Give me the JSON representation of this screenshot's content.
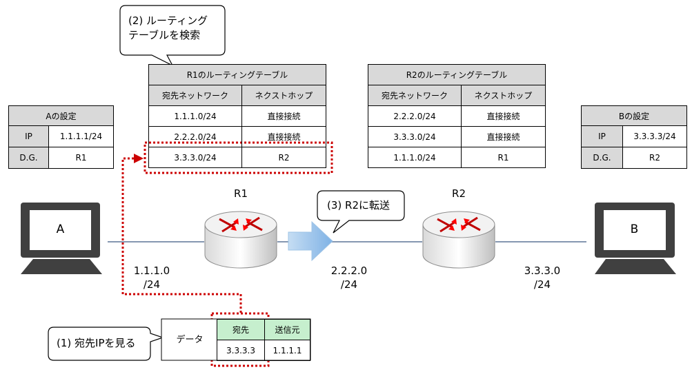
{
  "a_settings": {
    "title": "Aの設定",
    "rows": [
      {
        "key": "IP",
        "value": "1.1.1.1/24"
      },
      {
        "key": "D.G.",
        "value": "R1"
      }
    ]
  },
  "b_settings": {
    "title": "Bの設定",
    "rows": [
      {
        "key": "IP",
        "value": "3.3.3.3/24"
      },
      {
        "key": "D.G.",
        "value": "R2"
      }
    ]
  },
  "r1_table": {
    "title": "R1のルーティングテーブル",
    "col1": "宛先ネットワーク",
    "col2": "ネクストホップ",
    "rows": [
      {
        "dest": "1.1.1.0/24",
        "next": "直接接続"
      },
      {
        "dest": "2.2.2.0/24",
        "next": "直接接続"
      },
      {
        "dest": "3.3.3.0/24",
        "next": "R2"
      }
    ]
  },
  "r2_table": {
    "title": "R2のルーティングテーブル",
    "col1": "宛先ネットワーク",
    "col2": "ネクストホップ",
    "rows": [
      {
        "dest": "2.2.2.0/24",
        "next": "直接接続"
      },
      {
        "dest": "3.3.3.0/24",
        "next": "直接接続"
      },
      {
        "dest": "1.1.1.0/24",
        "next": "R1"
      }
    ]
  },
  "nodes": {
    "pc_a": "A",
    "pc_b": "B",
    "r1": "R1",
    "r2": "R2"
  },
  "networks": {
    "net1_line1": "1.1.1.0",
    "net1_line2": "/24",
    "net2_line1": "2.2.2.0",
    "net2_line2": "/24",
    "net3_line1": "3.3.3.0",
    "net3_line2": "/24"
  },
  "callouts": {
    "step1": "(1) 宛先IPを見る",
    "step2_line1": "(2) ルーティング",
    "step2_line2": "テーブルを検索",
    "step3": "(3) R2に転送"
  },
  "packet": {
    "data_label": "データ",
    "dest_header": "宛先",
    "src_header": "送信元",
    "dest_value": "3.3.3.3",
    "src_value": "1.1.1.1"
  },
  "colors": {
    "highlight": "#cc0000",
    "link_line": "#8497b0",
    "arrow": "#9dc3e6",
    "header_gray": "#d9d9d9",
    "header_green": "#c6efce"
  },
  "icons": [
    "computer-icon",
    "router-icon"
  ]
}
